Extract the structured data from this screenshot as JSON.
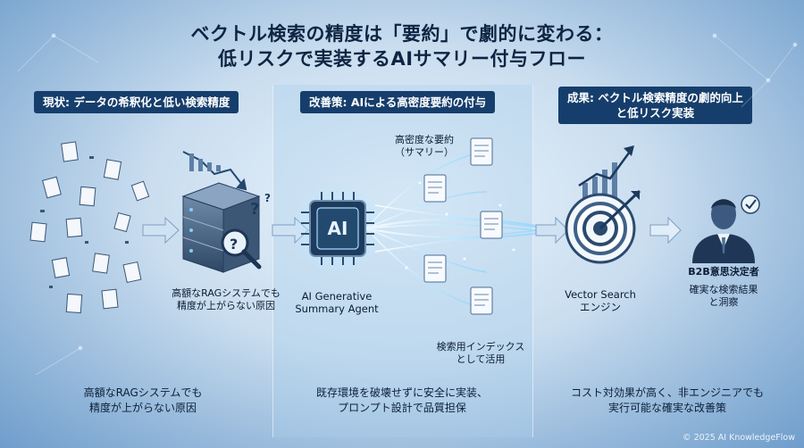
{
  "title": {
    "line1": "ベクトル検索の精度は「要約」で劇的に変わる：",
    "line2": "低リスクで実装するAIサマリー付与フロー"
  },
  "panels": {
    "current": {
      "header": "現状: データの希釈化と低い検索精度",
      "server_caption": [
        "高額なRAGシステムでも",
        "精度が上がらない原因"
      ],
      "bottom": [
        "高額なRAGシステムでも",
        "精度が上がらない原因"
      ]
    },
    "improvement": {
      "header": "改善策: AIによる高密度要約の付与",
      "summary_label": [
        "高密度な要約",
        "（サマリー）"
      ],
      "ai_chip": "AI",
      "agent_label": [
        "AI Generative",
        "Summary Agent"
      ],
      "index_label": [
        "検索用インデックス",
        "として活用"
      ],
      "bottom": [
        "既存環境を破壊せずに安全に実装、",
        "プロンプト設計で品質担保"
      ]
    },
    "result": {
      "header": [
        "成果: ベクトル検索精度の劇的向上",
        "と低リスク実装"
      ],
      "engine_label": [
        "Vector Search",
        "エンジン"
      ],
      "person_label": [
        "B2B意思決定者",
        "確実な検索結果",
        "と洞察"
      ],
      "bottom": [
        "コスト対効果が高く、非エンジニアでも",
        "実行可能な確実な改善策"
      ]
    }
  },
  "footer": "© 2025 AI KnowledgeFlow",
  "colors": {
    "navy": "#163e6c",
    "accent": "#2f7fd0",
    "glow": "#9fdcff"
  }
}
